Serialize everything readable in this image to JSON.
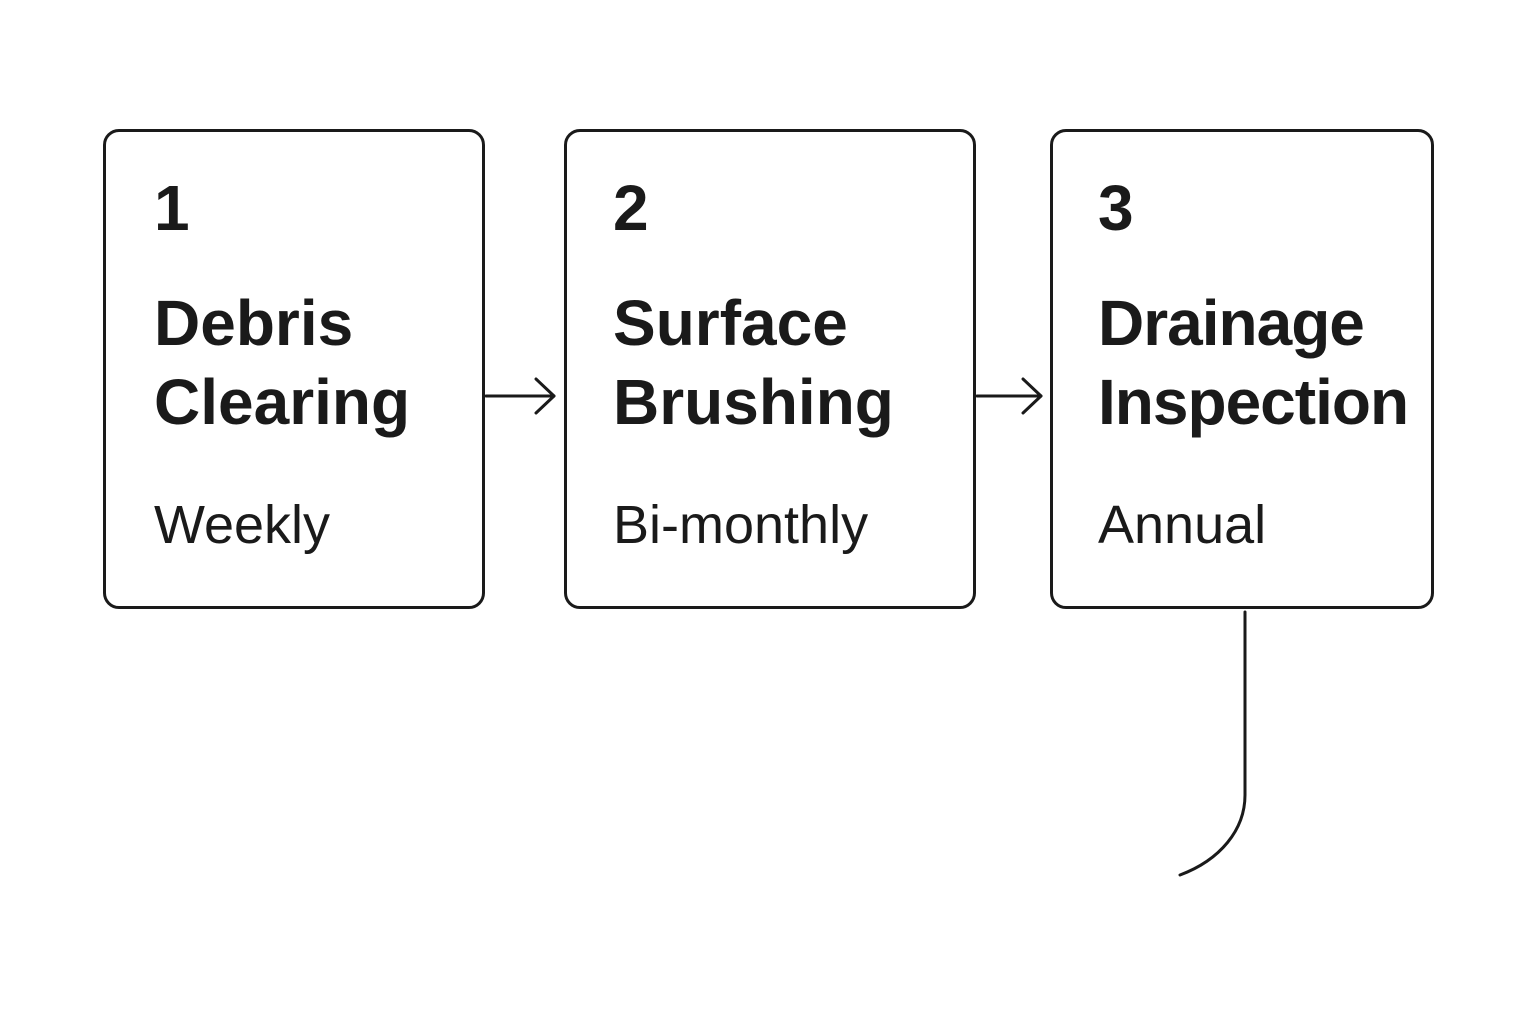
{
  "steps": [
    {
      "number": "1",
      "title_line1": "Debris",
      "title_line2": "Clearing",
      "frequency": "Weekly"
    },
    {
      "number": "2",
      "title_line1": "Surface",
      "title_line2": "Brushing",
      "frequency": "Bi-monthly"
    },
    {
      "number": "3",
      "title_line1": "Drainage",
      "title_line2": "Inspection",
      "frequency": "Annual"
    }
  ],
  "colors": {
    "stroke": "#1a1a1a",
    "background": "#ffffff"
  }
}
